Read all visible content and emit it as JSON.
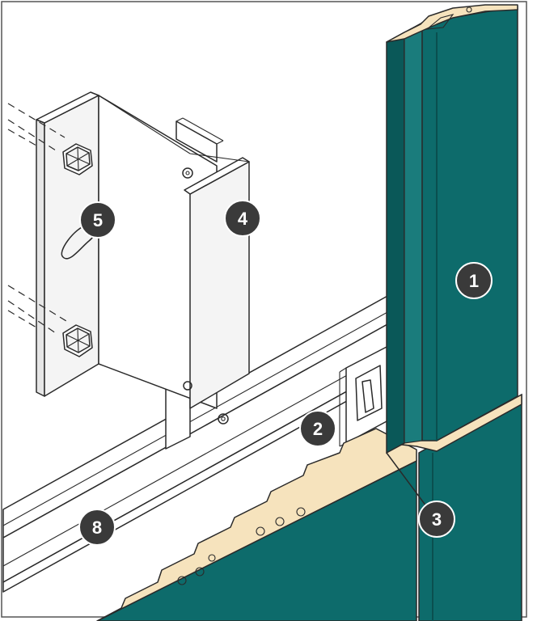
{
  "colors": {
    "panel_teal": "#0d6b6b",
    "panel_teal_dark": "#0a5858",
    "panel_teal_light": "#1a7c7c",
    "panel_edge_cream": "#f6e3bd",
    "callout_fill": "#3a3a3a",
    "frame_border": "#555555"
  },
  "callouts": [
    {
      "id": "1",
      "label": "1"
    },
    {
      "id": "2",
      "label": "2"
    },
    {
      "id": "3",
      "label": "3"
    },
    {
      "id": "4",
      "label": "4"
    },
    {
      "id": "5",
      "label": "5"
    },
    {
      "id": "8",
      "label": "8"
    }
  ]
}
